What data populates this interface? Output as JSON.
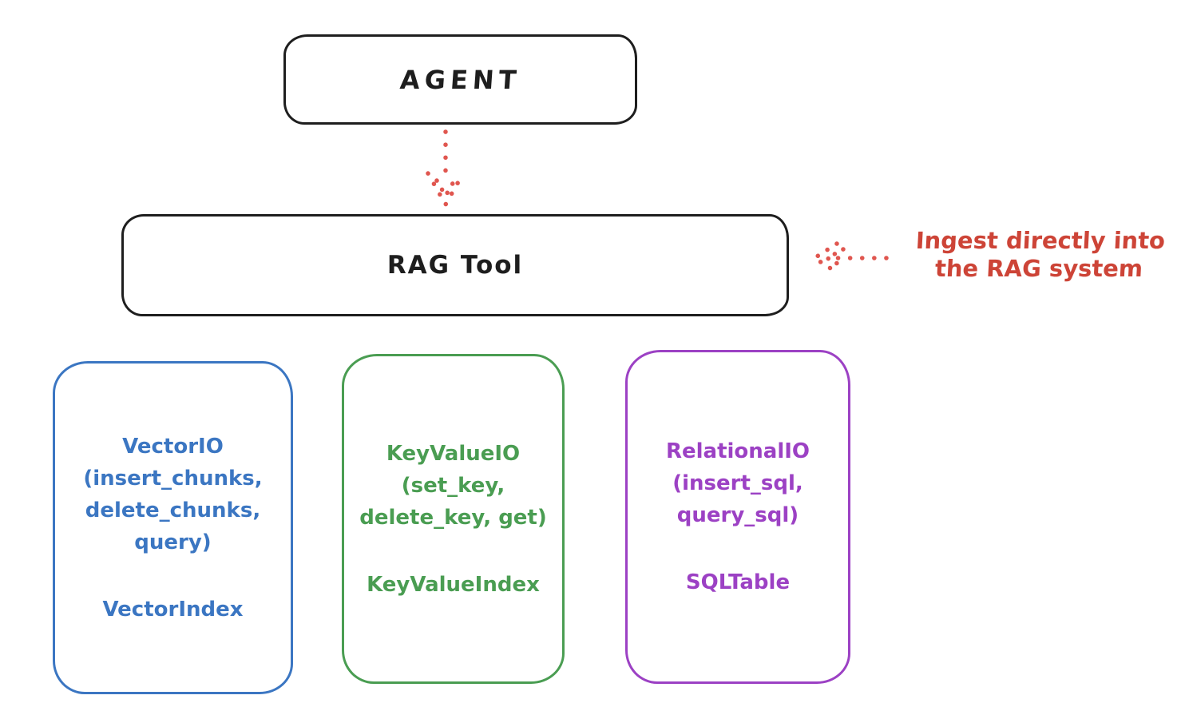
{
  "colors": {
    "ink": "#1e1e1e",
    "red": "#cd4437",
    "red_arrow": "#e0564f",
    "blue": "#3b76c2",
    "green": "#4a9d52",
    "purple": "#9c41c4",
    "bg": "#ffffff"
  },
  "nodes": {
    "agent": {
      "label": "AGENT"
    },
    "rag_tool": {
      "label": "RAG Tool"
    }
  },
  "annotation": {
    "lines": [
      "Ingest directly into",
      "the RAG system"
    ]
  },
  "icons": {
    "agent_to_rag": "dotted-down-arrow",
    "annotation_to_rag": "dotted-left-arrow"
  },
  "stores": [
    {
      "theme": "blue",
      "lines": [
        "VectorIO",
        "(insert_chunks,",
        "delete_chunks,",
        "query)"
      ],
      "index_label": "VectorIndex"
    },
    {
      "theme": "green",
      "lines": [
        "KeyValueIO",
        "(set_key,",
        "delete_key, get)"
      ],
      "index_label": "KeyValueIndex"
    },
    {
      "theme": "purple",
      "lines": [
        "RelationalIO",
        "(insert_sql,",
        "query_sql)"
      ],
      "index_label": "SQLTable"
    }
  ]
}
